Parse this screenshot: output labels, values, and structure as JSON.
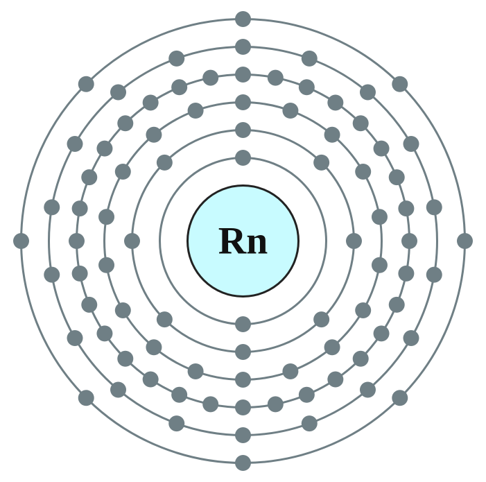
{
  "atom": {
    "symbol": "Rn",
    "electrons_per_shell": [
      2,
      8,
      18,
      32,
      18,
      8
    ]
  },
  "colors": {
    "background": "#ffffff",
    "shell": "#6f7f85",
    "electron": "#6f7f85",
    "nucleus_fill": "#c8fbff",
    "nucleus_stroke": "#222222",
    "label": "#111111"
  }
}
